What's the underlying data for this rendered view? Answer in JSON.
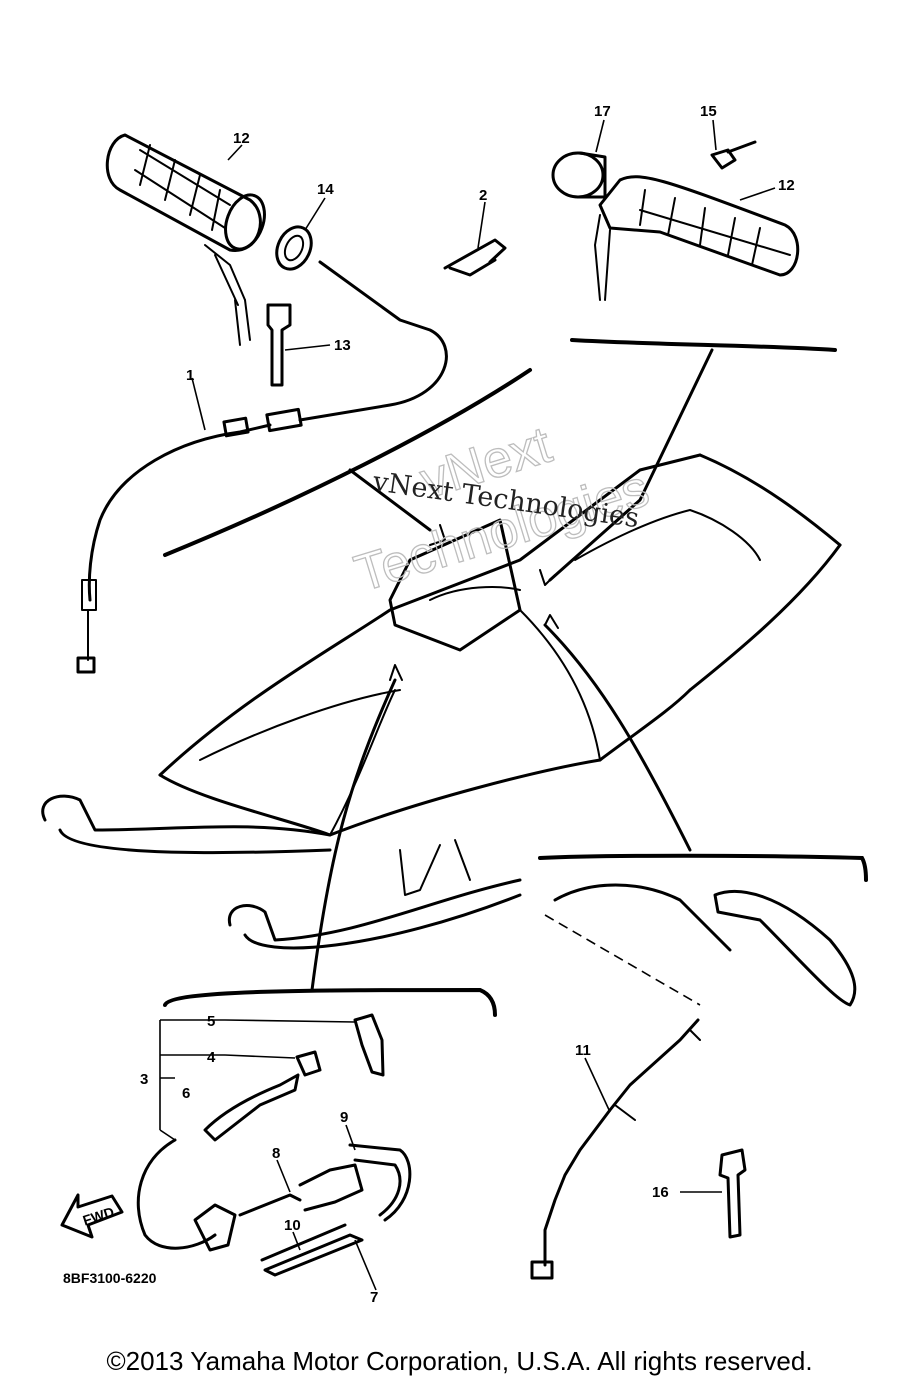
{
  "diagram": {
    "callouts": {
      "c1": "1",
      "c2": "2",
      "c3": "3",
      "c4": "4",
      "c5": "5",
      "c6": "6",
      "c7": "7",
      "c8": "8",
      "c9": "9",
      "c10": "10",
      "c11": "11",
      "c12a": "12",
      "c12b": "12",
      "c13": "13",
      "c14": "14",
      "c15": "15",
      "c16": "16",
      "c17": "17"
    },
    "fwd_label": "FWD",
    "part_code": "8BF3100-6220"
  },
  "watermark": {
    "outline_line1": "vNext",
    "outline_line2": "Technologies",
    "serif_line": "vNext Technologies"
  },
  "footer": {
    "copyright": "©2013 Yamaha Motor Corporation, U.S.A. All rights reserved."
  }
}
